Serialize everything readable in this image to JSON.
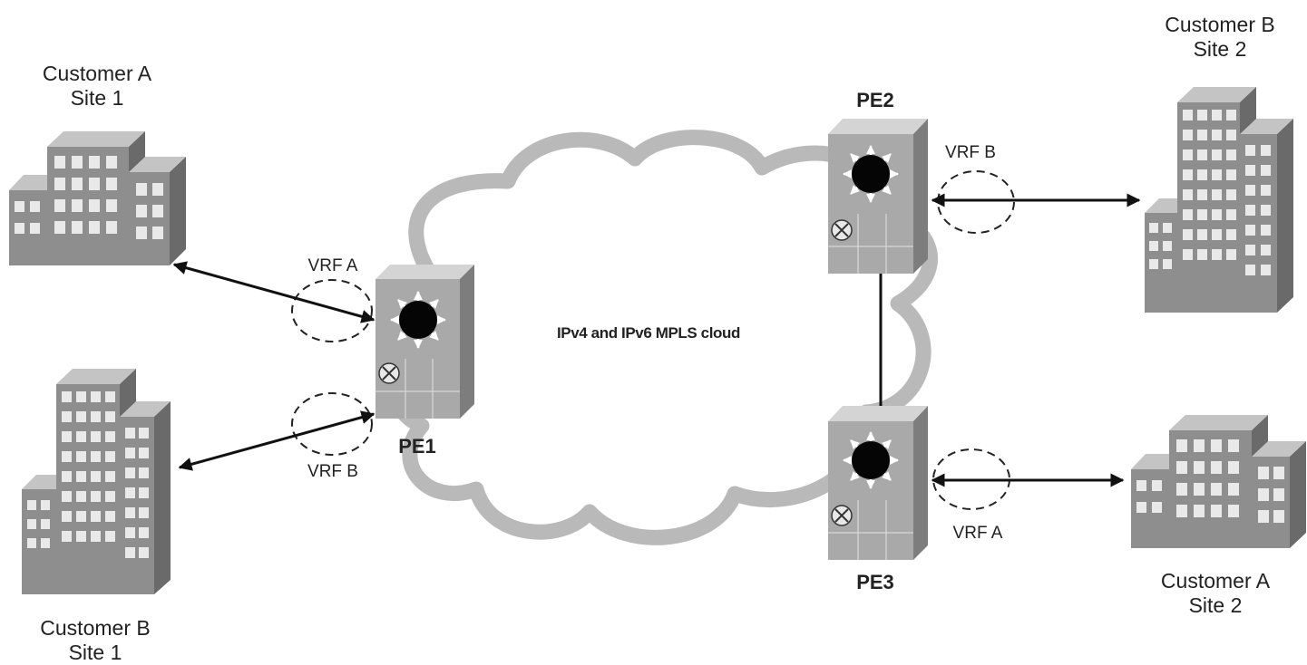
{
  "sites": {
    "a1": {
      "line1": "Customer A",
      "line2": "Site 1"
    },
    "b1": {
      "line1": "Customer B",
      "line2": "Site 1"
    },
    "b2": {
      "line1": "Customer B",
      "line2": "Site 2"
    },
    "a2": {
      "line1": "Customer A",
      "line2": "Site 2"
    }
  },
  "routers": {
    "pe1": "PE1",
    "pe2": "PE2",
    "pe3": "PE3"
  },
  "vrfs": {
    "pe1_a": "VRF A",
    "pe1_b": "VRF B",
    "pe2_b": "VRF B",
    "pe3_a": "VRF A"
  },
  "cloud": {
    "label": "IPv4 and IPv6 MPLS cloud"
  },
  "colors": {
    "cloud_outline": "#b9b9b9",
    "building_front": "#8e8e8e",
    "building_top": "#c4c4c4",
    "building_side": "#6a6a6a",
    "window": "#e9e9e9",
    "router_front": "#a9a9a9",
    "router_top": "#d4d4d4",
    "router_side": "#7d7d7d",
    "link": "#111111"
  }
}
